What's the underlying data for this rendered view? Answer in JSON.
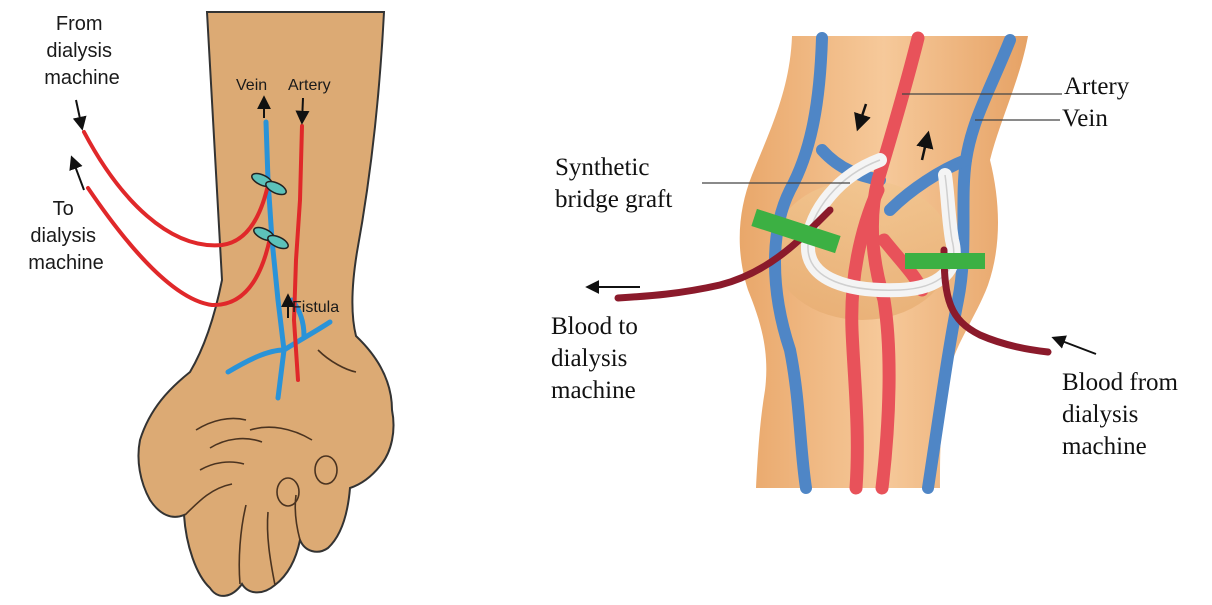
{
  "left_panel": {
    "from_machine": [
      "From",
      "dialysis",
      "machine"
    ],
    "to_machine": [
      "To",
      "dialysis",
      "machine"
    ],
    "vein": "Vein",
    "artery": "Artery",
    "fistula": "Fistula"
  },
  "right_panel": {
    "artery": "Artery",
    "vein": "Vein",
    "graft": [
      "Synthetic",
      "bridge graft"
    ],
    "blood_to": [
      "Blood to",
      "dialysis",
      "machine"
    ],
    "blood_from": [
      "Blood from",
      "dialysis",
      "machine"
    ]
  },
  "colors": {
    "skin": "#e4b07b",
    "vein_blue": "#2a93d8",
    "artery_red": "#e0282a",
    "tube_dark_red": "#8b1a2b",
    "tape_green": "#3cb043"
  }
}
